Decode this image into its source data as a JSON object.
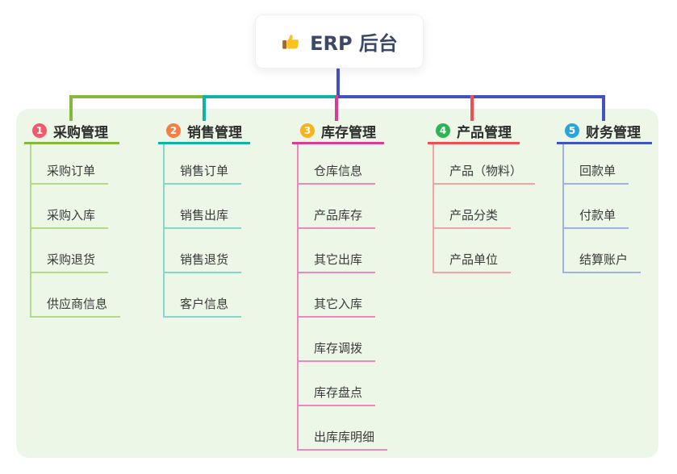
{
  "root": {
    "label": "ERP 后台",
    "icon": "thumbs-up"
  },
  "colors": {
    "panel_background": "#edf7e7",
    "root_text": "#3d4866",
    "root_connector": "#4152c5",
    "branch_1_line": "#85b93c",
    "branch_1_sub_line": "#b4d98b",
    "branch_1_badge": "#f2596b",
    "branch_2_line": "#0fb3a3",
    "branch_2_sub_line": "#86d6ca",
    "branch_2_badge": "#f67e45",
    "branch_3_line": "#d93c92",
    "branch_3_sub_line": "#ee87bb",
    "branch_3_badge": "#f9b31b",
    "branch_4_line": "#f04e52",
    "branch_4_sub_line": "#f6a1a3",
    "branch_4_badge": "#2eb356",
    "branch_5_line": "#4152c5",
    "branch_5_sub_line": "#a0b1e6",
    "branch_5_badge": "#2aa5dc"
  },
  "branches": [
    {
      "num": "1",
      "label": "采购管理",
      "items": [
        "采购订单",
        "采购入库",
        "采购退货",
        "供应商信息"
      ]
    },
    {
      "num": "2",
      "label": "销售管理",
      "items": [
        "销售订单",
        "销售出库",
        "销售退货",
        "客户信息"
      ]
    },
    {
      "num": "3",
      "label": "库存管理",
      "items": [
        "仓库信息",
        "产品库存",
        "其它出库",
        "其它入库",
        "库存调拨",
        "库存盘点",
        "出库库明细"
      ]
    },
    {
      "num": "4",
      "label": "产品管理",
      "items": [
        "产品（物料）",
        "产品分类",
        "产品单位"
      ]
    },
    {
      "num": "5",
      "label": "财务管理",
      "items": [
        "回款单",
        "付款单",
        "结算账户"
      ]
    }
  ]
}
